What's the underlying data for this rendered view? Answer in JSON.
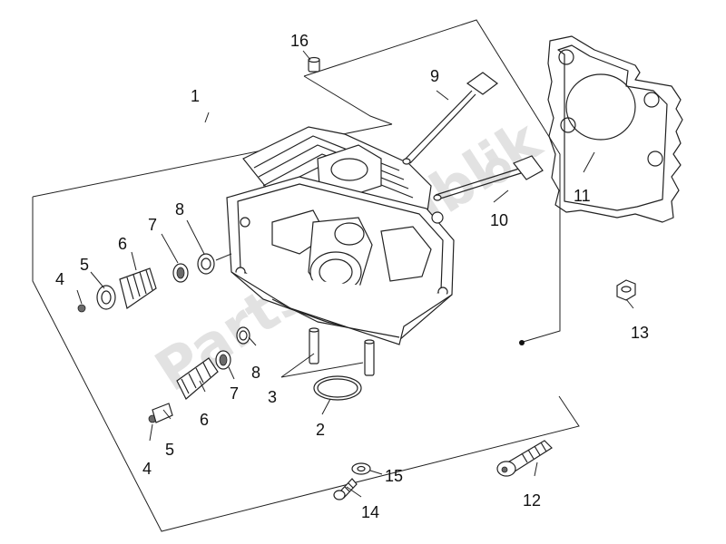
{
  "watermark": {
    "text": "PartsRepublik"
  },
  "callouts": [
    {
      "id": "1",
      "text": "1"
    },
    {
      "id": "2",
      "text": "2"
    },
    {
      "id": "3",
      "text": "3"
    },
    {
      "id": "4a",
      "text": "4"
    },
    {
      "id": "4b",
      "text": "4"
    },
    {
      "id": "5a",
      "text": "5"
    },
    {
      "id": "5b",
      "text": "5"
    },
    {
      "id": "6a",
      "text": "6"
    },
    {
      "id": "6b",
      "text": "6"
    },
    {
      "id": "7a",
      "text": "7"
    },
    {
      "id": "7b",
      "text": "7"
    },
    {
      "id": "8a",
      "text": "8"
    },
    {
      "id": "8b",
      "text": "8"
    },
    {
      "id": "9",
      "text": "9"
    },
    {
      "id": "10",
      "text": "10"
    },
    {
      "id": "11",
      "text": "11"
    },
    {
      "id": "12",
      "text": "12"
    },
    {
      "id": "13",
      "text": "13"
    },
    {
      "id": "14",
      "text": "14"
    },
    {
      "id": "15",
      "text": "15"
    },
    {
      "id": "16",
      "text": "16"
    }
  ]
}
